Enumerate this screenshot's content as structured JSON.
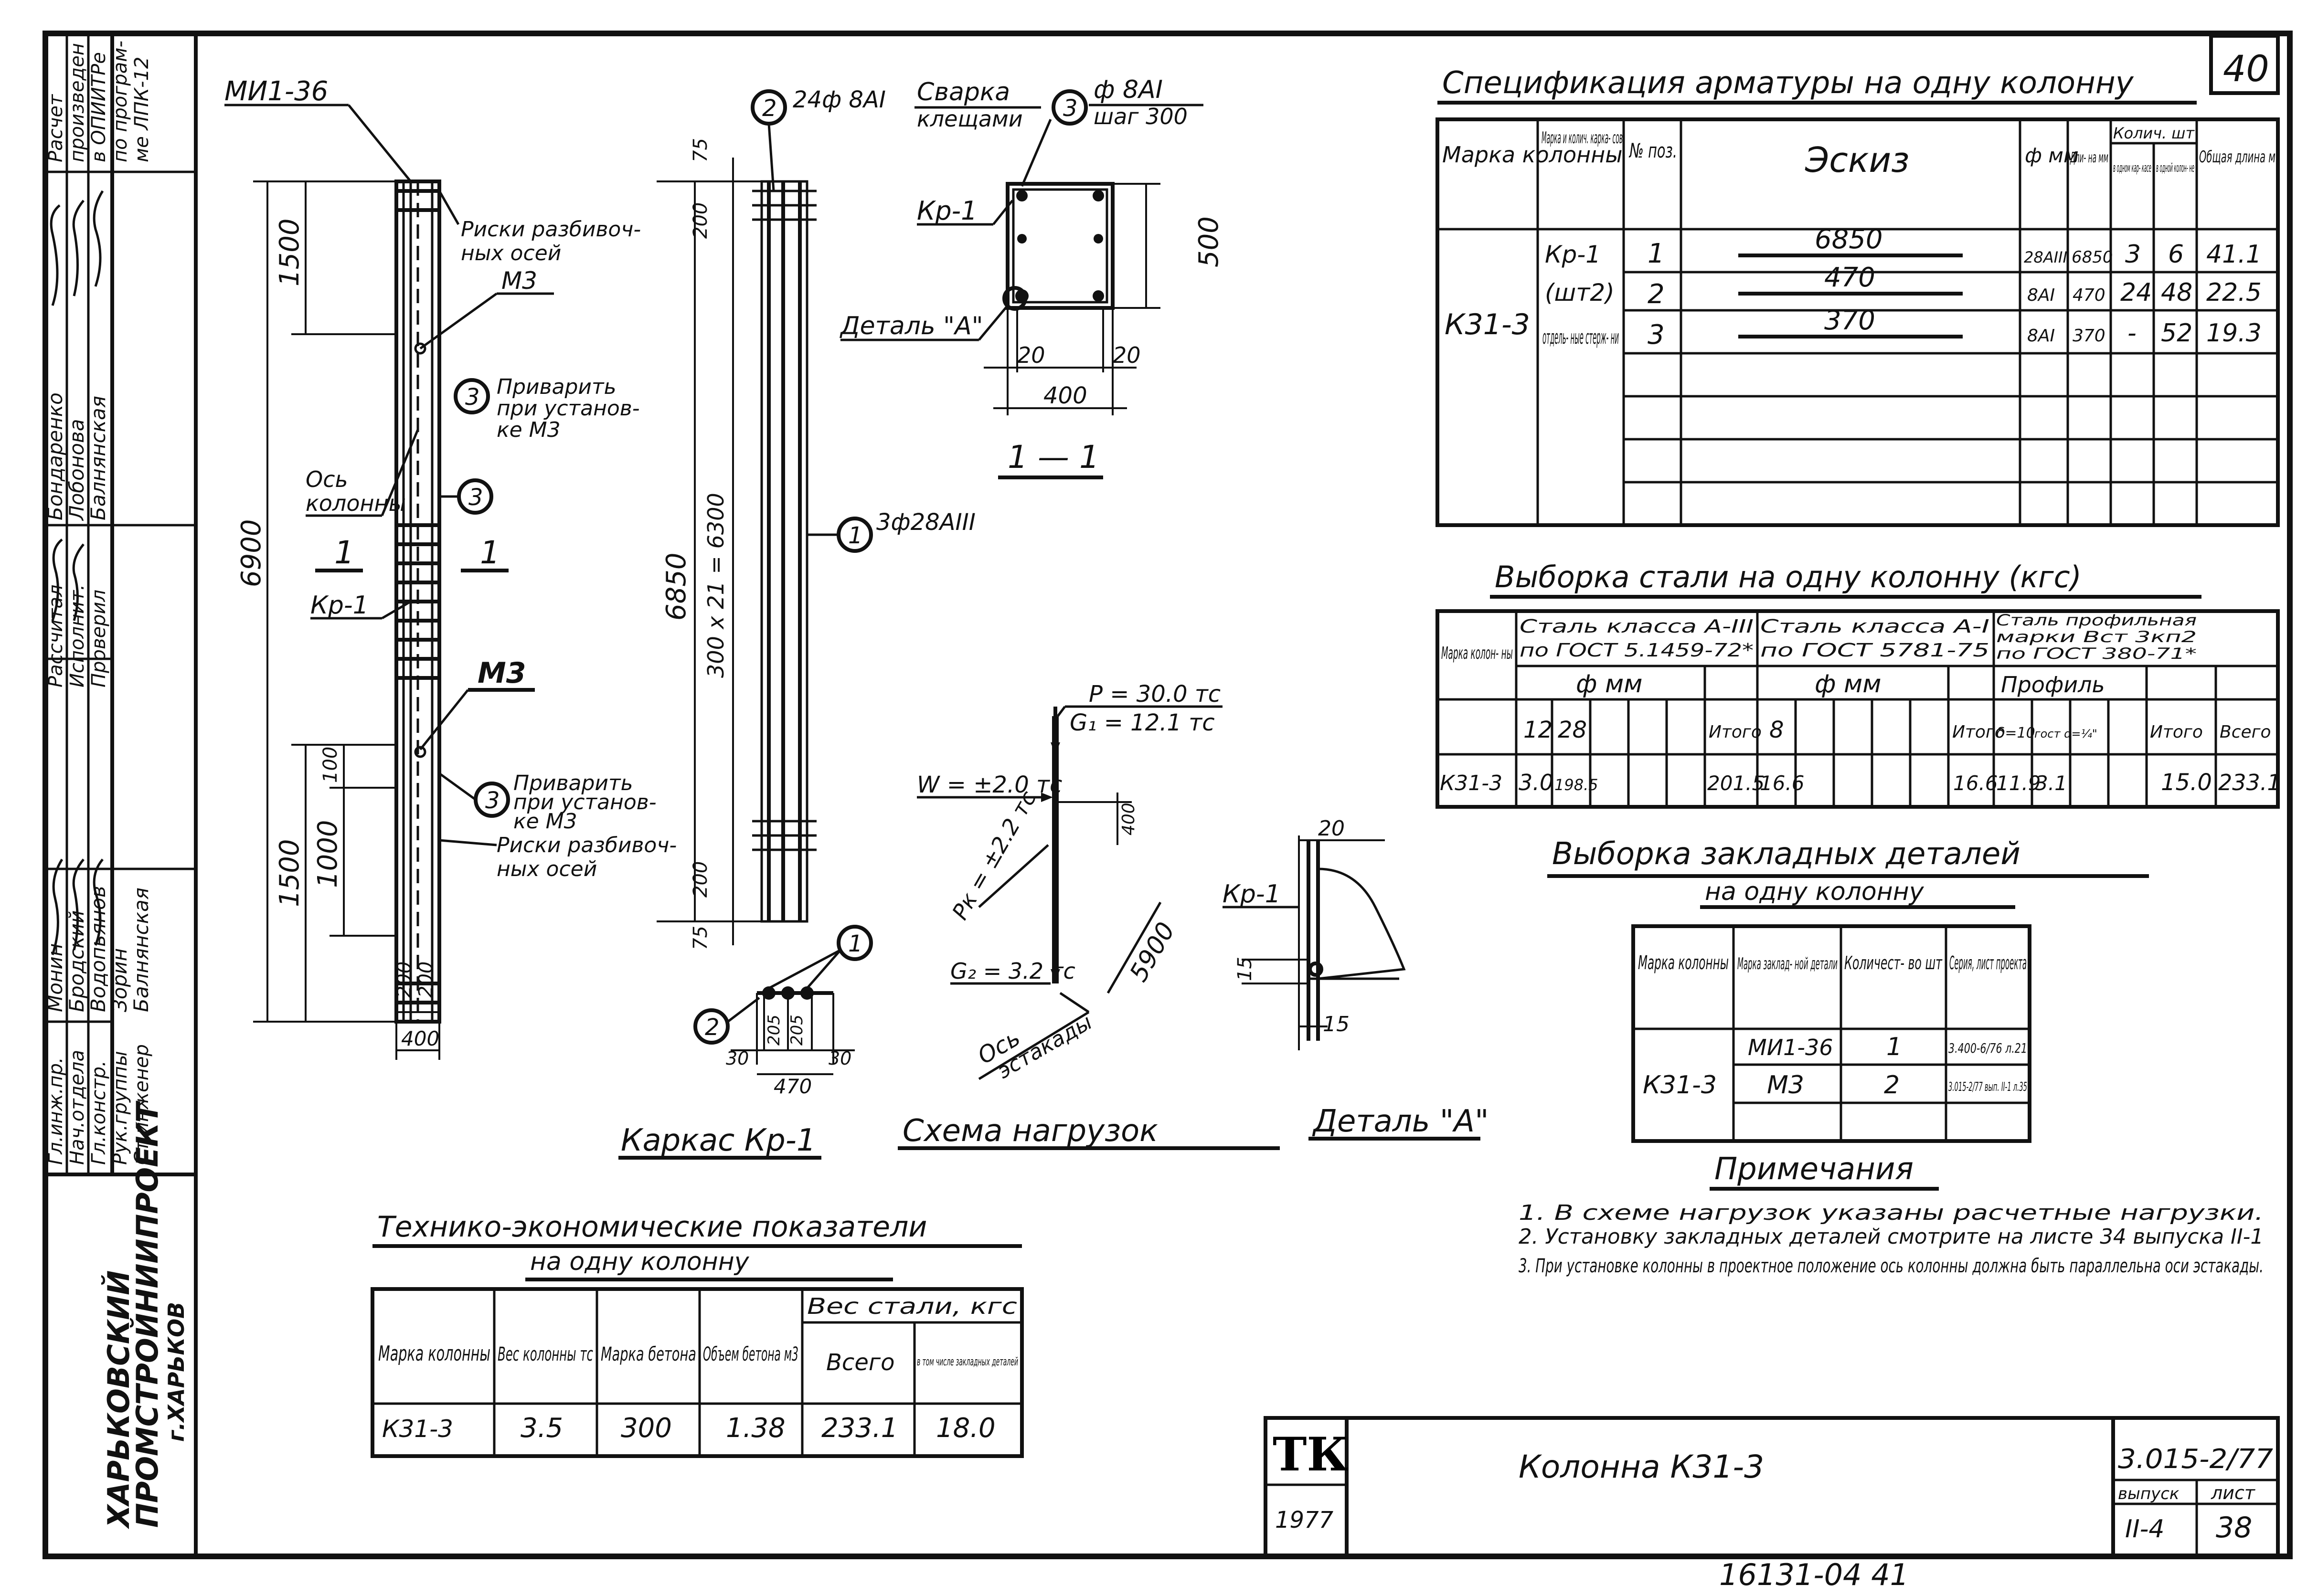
{
  "sheet_number": "40",
  "sidebar": {
    "org_line1": "ХАРЬКОВСКИЙ",
    "org_line2": "ПРОМСТРОЙНИИПРОЕКТ",
    "org_line3": "г.ХАРЬКОВ",
    "roles": [
      "Гл.инж.пр.",
      "Нач.отдела",
      "Гл.констр.",
      "Рук.группы",
      "Ст.инженер"
    ],
    "names": [
      "Монин",
      "Бродский",
      "Водопьянов",
      "Зорин",
      "Балнянская"
    ],
    "roles2": [
      "Рассчитал",
      "Исполнит.",
      "Проверил"
    ],
    "names2": [
      "Бондаренко",
      "Лобонова",
      "Балнянская"
    ],
    "calc_note": [
      "Расчет",
      "произведен",
      "в ОПИИТРе",
      "по програм-",
      "ме ЛПК-12"
    ]
  },
  "drawings": {
    "column_mark": "МИ1-36",
    "dim_6900": "6900",
    "dim_1500_top": "1500",
    "dim_1500_bottom": "1500",
    "dim_1000": "1000",
    "dim_100": "100",
    "dim_200a": "200",
    "dim_200b": "200",
    "dim_400": "400",
    "label_m3_top": "М3",
    "label_m3_mid": "М3",
    "note_risks_top": [
      "Риски разбивоч-",
      "ных осей"
    ],
    "note_weld_top": [
      "Приварить",
      "при установ-",
      "ке М3"
    ],
    "note_weld_bottom": [
      "Приварить",
      "при установ-",
      "ке М3"
    ],
    "note_risks_bottom": [
      "Риски разбивоч-",
      "ных осей"
    ],
    "axis_label": [
      "Ось",
      "колонны"
    ],
    "section_1a": "1",
    "section_1b": "1",
    "kr1_label": "Кр-1",
    "dim_6850": "6850",
    "dim_300x21": "300 x 21 = 6300",
    "dim_75_top": "75",
    "dim_200_top": "200",
    "dim_200_bottom": "200",
    "dim_75_bottom": "75",
    "pos2_label": "24ф 8AI",
    "weld_label": [
      "Сварка",
      "клещами"
    ],
    "pos3_label": [
      "ф 8AI",
      "шаг 300"
    ],
    "pos1_label": "3ф28АIII",
    "kr1_section": "Кр-1",
    "dim_500": "500",
    "detail_a_label": "Деталь \"А\"",
    "dim_20a": "20",
    "dim_20b": "20",
    "dim_400_section": "400",
    "section_title": "1 — 1",
    "frame_title": "Каркас Кр-1",
    "frame_dims": [
      "30",
      "205",
      "205",
      "30",
      "470"
    ],
    "load_title": "Схема нагрузок",
    "load_P": "P = 30.0 тс",
    "load_G1": "G₁ = 12.1 тс",
    "load_W": "W = ±2.0 тс",
    "load_Pk": "Pк = ±2.2 тс",
    "load_G2": "G₂ = 3.2 тс",
    "load_400": "400",
    "load_5900": "5900",
    "load_axis": [
      "Ось",
      "эстакады"
    ],
    "detail_title": "Деталь \"А\"",
    "detail_kr1": "Кр-1",
    "detail_20": "20",
    "detail_15a": "15",
    "detail_15b": "15",
    "circle_1": "1",
    "circle_2": "2",
    "circle_3": "3"
  },
  "spec_table": {
    "title": "Спецификация арматуры на одну колонну",
    "headers": [
      "Марка колонны",
      "Марка и колич. карка- сов",
      "№ поз.",
      "Эскиз",
      "ф мм",
      "Дли- на мм",
      "в одном кар- касе",
      "в одной колон- не",
      "Общая длина м"
    ],
    "header_group": "Колич. шт",
    "column_mark": "К31-3",
    "frame_mark": [
      "Кр-1",
      "(шт2)",
      "отдель- ные стерж- ни"
    ],
    "rows": [
      {
        "pos": "1",
        "sketch": "6850",
        "dia": "28АIII",
        "len": "6850",
        "n_frame": "3",
        "n_col": "6",
        "total": "41.1"
      },
      {
        "pos": "2",
        "sketch": "470",
        "dia": "8АI",
        "len": "470",
        "n_frame": "24",
        "n_col": "48",
        "total": "22.5"
      },
      {
        "pos": "3",
        "sketch": "370",
        "dia": "8АI",
        "len": "370",
        "n_frame": "-",
        "n_col": "52",
        "total": "19.3"
      }
    ]
  },
  "steel_table": {
    "title": "Выборка стали на одну колонну (кгс)",
    "group1": [
      "Сталь класса А-III",
      "по ГОСТ 5.1459-72*"
    ],
    "group2": [
      "Сталь класса А-I",
      "по ГОСТ 5781-75"
    ],
    "group3": [
      "Сталь профильная",
      "марки Вст 3кп2",
      "по ГОСТ 380-71*"
    ],
    "mark_header": "Марка колон- ны",
    "phi_mm_1": "ф мм",
    "phi_mm_2": "ф мм",
    "profile": "Профиль",
    "d1": "12",
    "d2": "28",
    "itogo1": "Итого",
    "d3": "8",
    "itogo2": "Итого",
    "p1": "δ=10",
    "p2": "гост d=¼\"",
    "itogo3": "Итого",
    "vsego": "Всего",
    "row": {
      "mark": "К31-3",
      "v12": "3.0",
      "v28": "198.5",
      "it1": "201.5",
      "v8": "16.6",
      "it2": "16.6",
      "p1": "11.9",
      "p2": "3.1",
      "it3": "15.0",
      "total": "233.1"
    }
  },
  "embedded_table": {
    "title": "Выборка закладных деталей",
    "subtitle": "на одну колонну",
    "headers": [
      "Марка колонны",
      "Марка заклад- ной детали",
      "Количест- во шт",
      "Серия, лист проекта"
    ],
    "column_mark": "К31-3",
    "rows": [
      {
        "mark": "МИ1-36",
        "qty": "1",
        "ref": "3.400-6/76 л.21"
      },
      {
        "mark": "М3",
        "qty": "2",
        "ref": "3.015-2/77 вып. II-1 л.35"
      }
    ]
  },
  "notes": {
    "title": "Примечания",
    "items": [
      "1. В схеме нагрузок указаны расчетные нагрузки.",
      "2. Установку закладных деталей смотрите на листе 34 выпуска II-1",
      "3. При установке колонны в проектное положение ось колонны должна быть параллельна оси эстакады."
    ]
  },
  "tech_table": {
    "title": "Технико-экономические показатели",
    "subtitle": "на одну колонну",
    "headers": [
      "Марка колонны",
      "Вес колонны тс",
      "Марка бетона",
      "Объем бетона м3",
      "Всего",
      "в том числе закладных деталей"
    ],
    "group": "Вес стали, кгс",
    "row": [
      "К31-3",
      "3.5",
      "300",
      "1.38",
      "233.1",
      "18.0"
    ]
  },
  "stamp": {
    "logo": "ТК",
    "year": "1977",
    "title": "Колонна К31-3",
    "series": "3.015-2/77",
    "issue_label": "выпуск",
    "issue": "II-4",
    "sheet_label": "лист",
    "sheet": "38"
  },
  "bottom_code": "16131-04   41"
}
